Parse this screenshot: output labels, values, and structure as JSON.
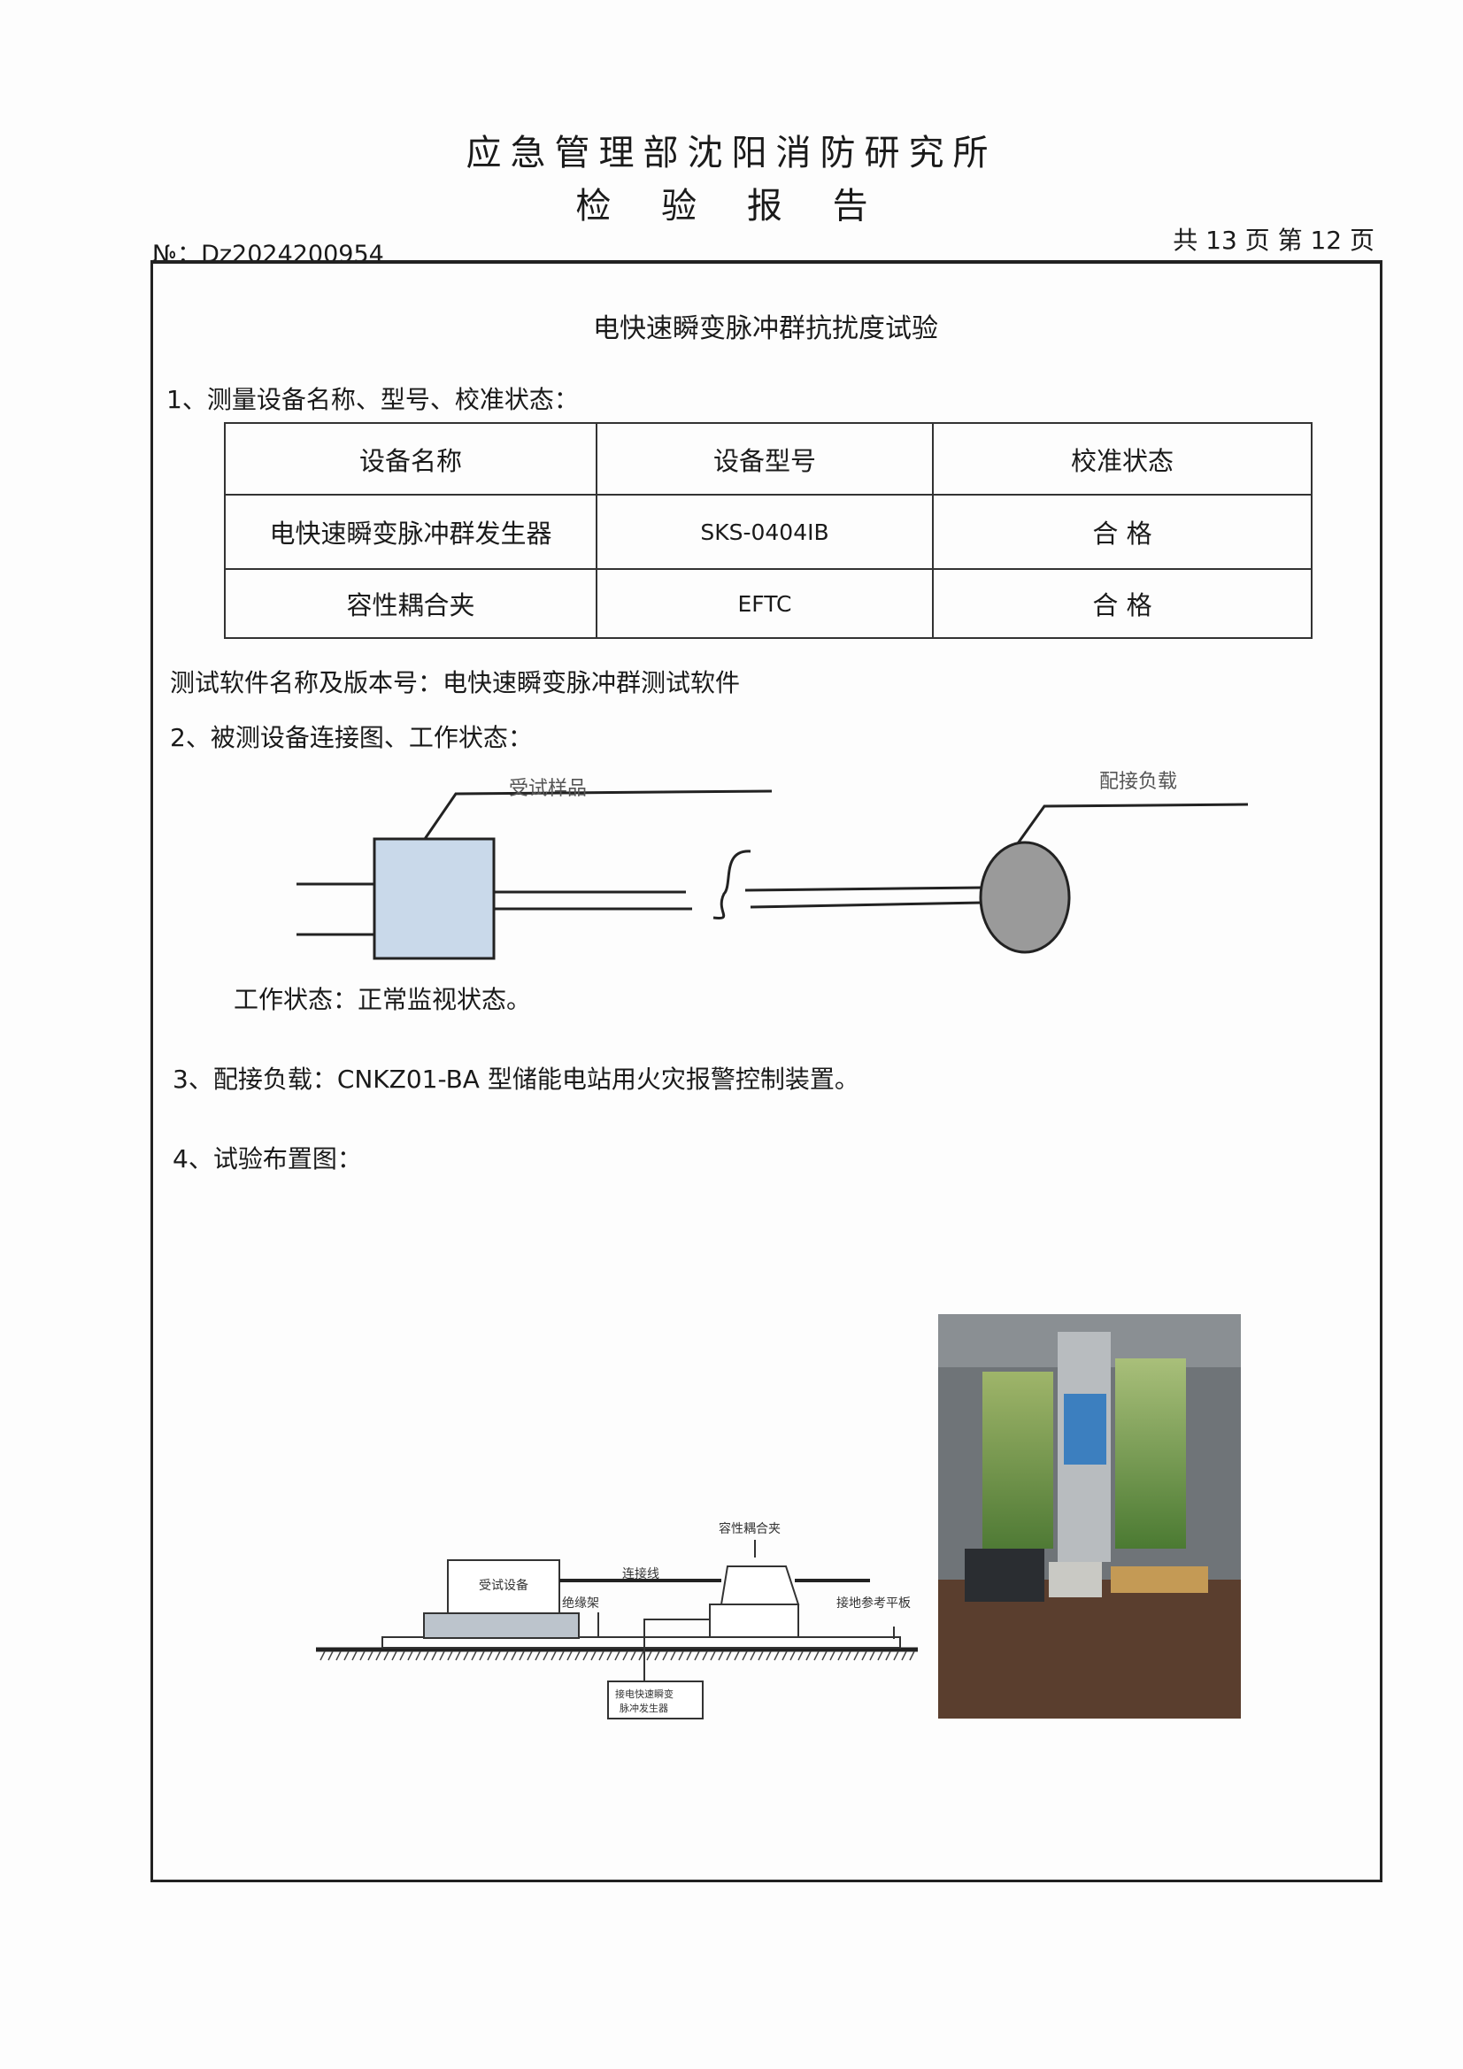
{
  "header": {
    "org": "应急管理部沈阳消防研究所",
    "report": "检 验 报 告",
    "number": "№：Dz2024200954",
    "pages": "共 13 页   第 12 页"
  },
  "section_title": "电快速瞬变脉冲群抗扰度试验",
  "s1": {
    "heading": "1、测量设备名称、型号、校准状态：",
    "columns": [
      "设备名称",
      "设备型号",
      "校准状态"
    ],
    "rows": [
      [
        "电快速瞬变脉冲群发生器",
        "SKS-0404IB",
        "合 格"
      ],
      [
        "容性耦合夹",
        "EFTC",
        "合 格"
      ]
    ]
  },
  "software": "测试软件名称及版本号：电快速瞬变脉冲群测试软件",
  "s2": {
    "heading": "2、被测设备连接图、工作状态：",
    "label_sample": "受试样品",
    "label_load": "配接负载",
    "work_status": "工作状态：正常监视状态。"
  },
  "s3": {
    "heading": "3、配接负载：CNKZ01-BA 型储能电站用火灾报警控制装置。"
  },
  "s4": {
    "heading": "4、试验布置图：",
    "labels": {
      "eut": "受试设备",
      "cable": "连接线",
      "clamp": "容性耦合夹",
      "insulator": "绝缘架",
      "ground": "接地参考平板",
      "gen1": "接电快速瞬变",
      "gen2": "脉冲发生器"
    }
  },
  "colors": {
    "box_fill": "#c9d9ea",
    "load_fill": "#9a9a9a",
    "frame": "#222222"
  }
}
